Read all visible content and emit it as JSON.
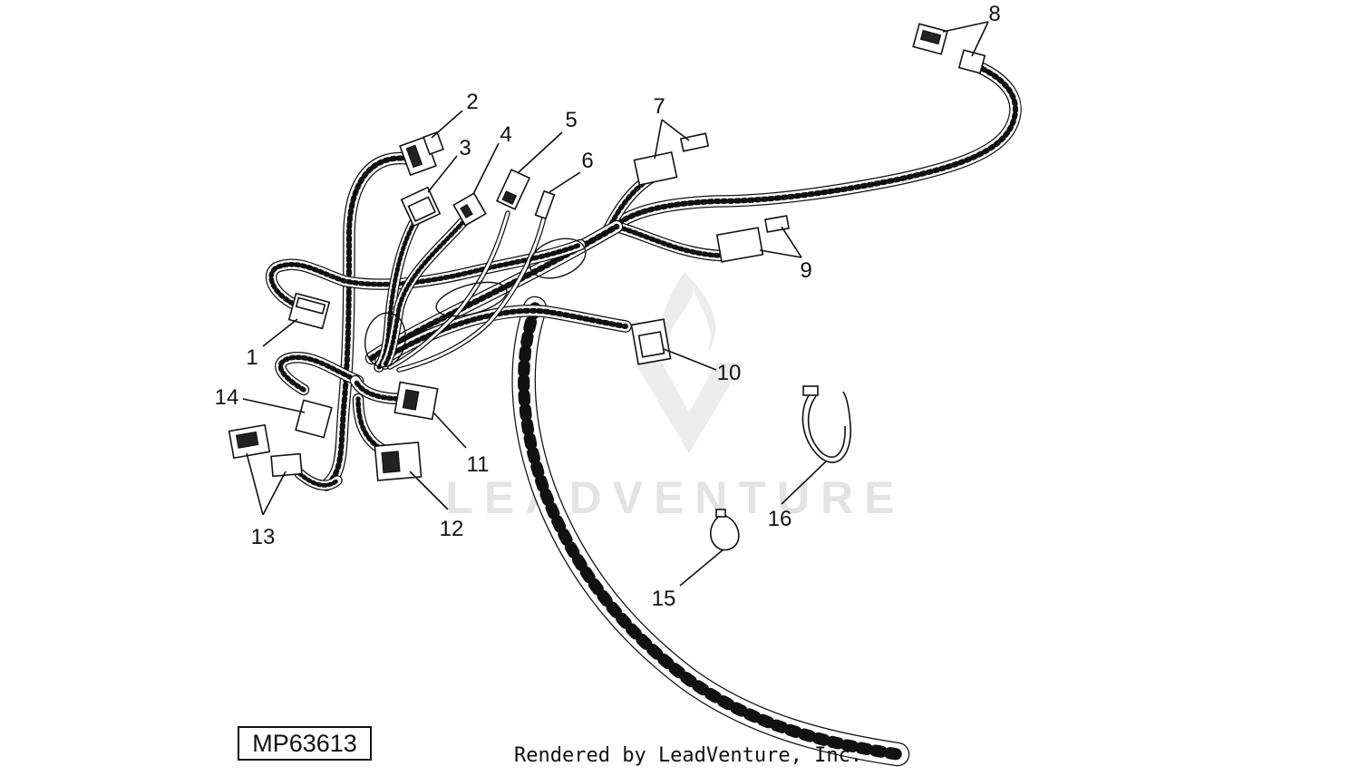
{
  "watermark": {
    "text": "LEADVENTURE"
  },
  "part_number": "MP63613",
  "credit": "Rendered by LeadVenture, Inc.",
  "callouts": [
    {
      "id": 1,
      "label": "1"
    },
    {
      "id": 2,
      "label": "2"
    },
    {
      "id": 3,
      "label": "3"
    },
    {
      "id": 4,
      "label": "4"
    },
    {
      "id": 5,
      "label": "5"
    },
    {
      "id": 6,
      "label": "6"
    },
    {
      "id": 7,
      "label": "7"
    },
    {
      "id": 8,
      "label": "8"
    },
    {
      "id": 9,
      "label": "9"
    },
    {
      "id": 10,
      "label": "10"
    },
    {
      "id": 11,
      "label": "11"
    },
    {
      "id": 12,
      "label": "12"
    },
    {
      "id": 13,
      "label": "13"
    },
    {
      "id": 14,
      "label": "14"
    },
    {
      "id": 15,
      "label": "15"
    },
    {
      "id": 16,
      "label": "16"
    }
  ]
}
